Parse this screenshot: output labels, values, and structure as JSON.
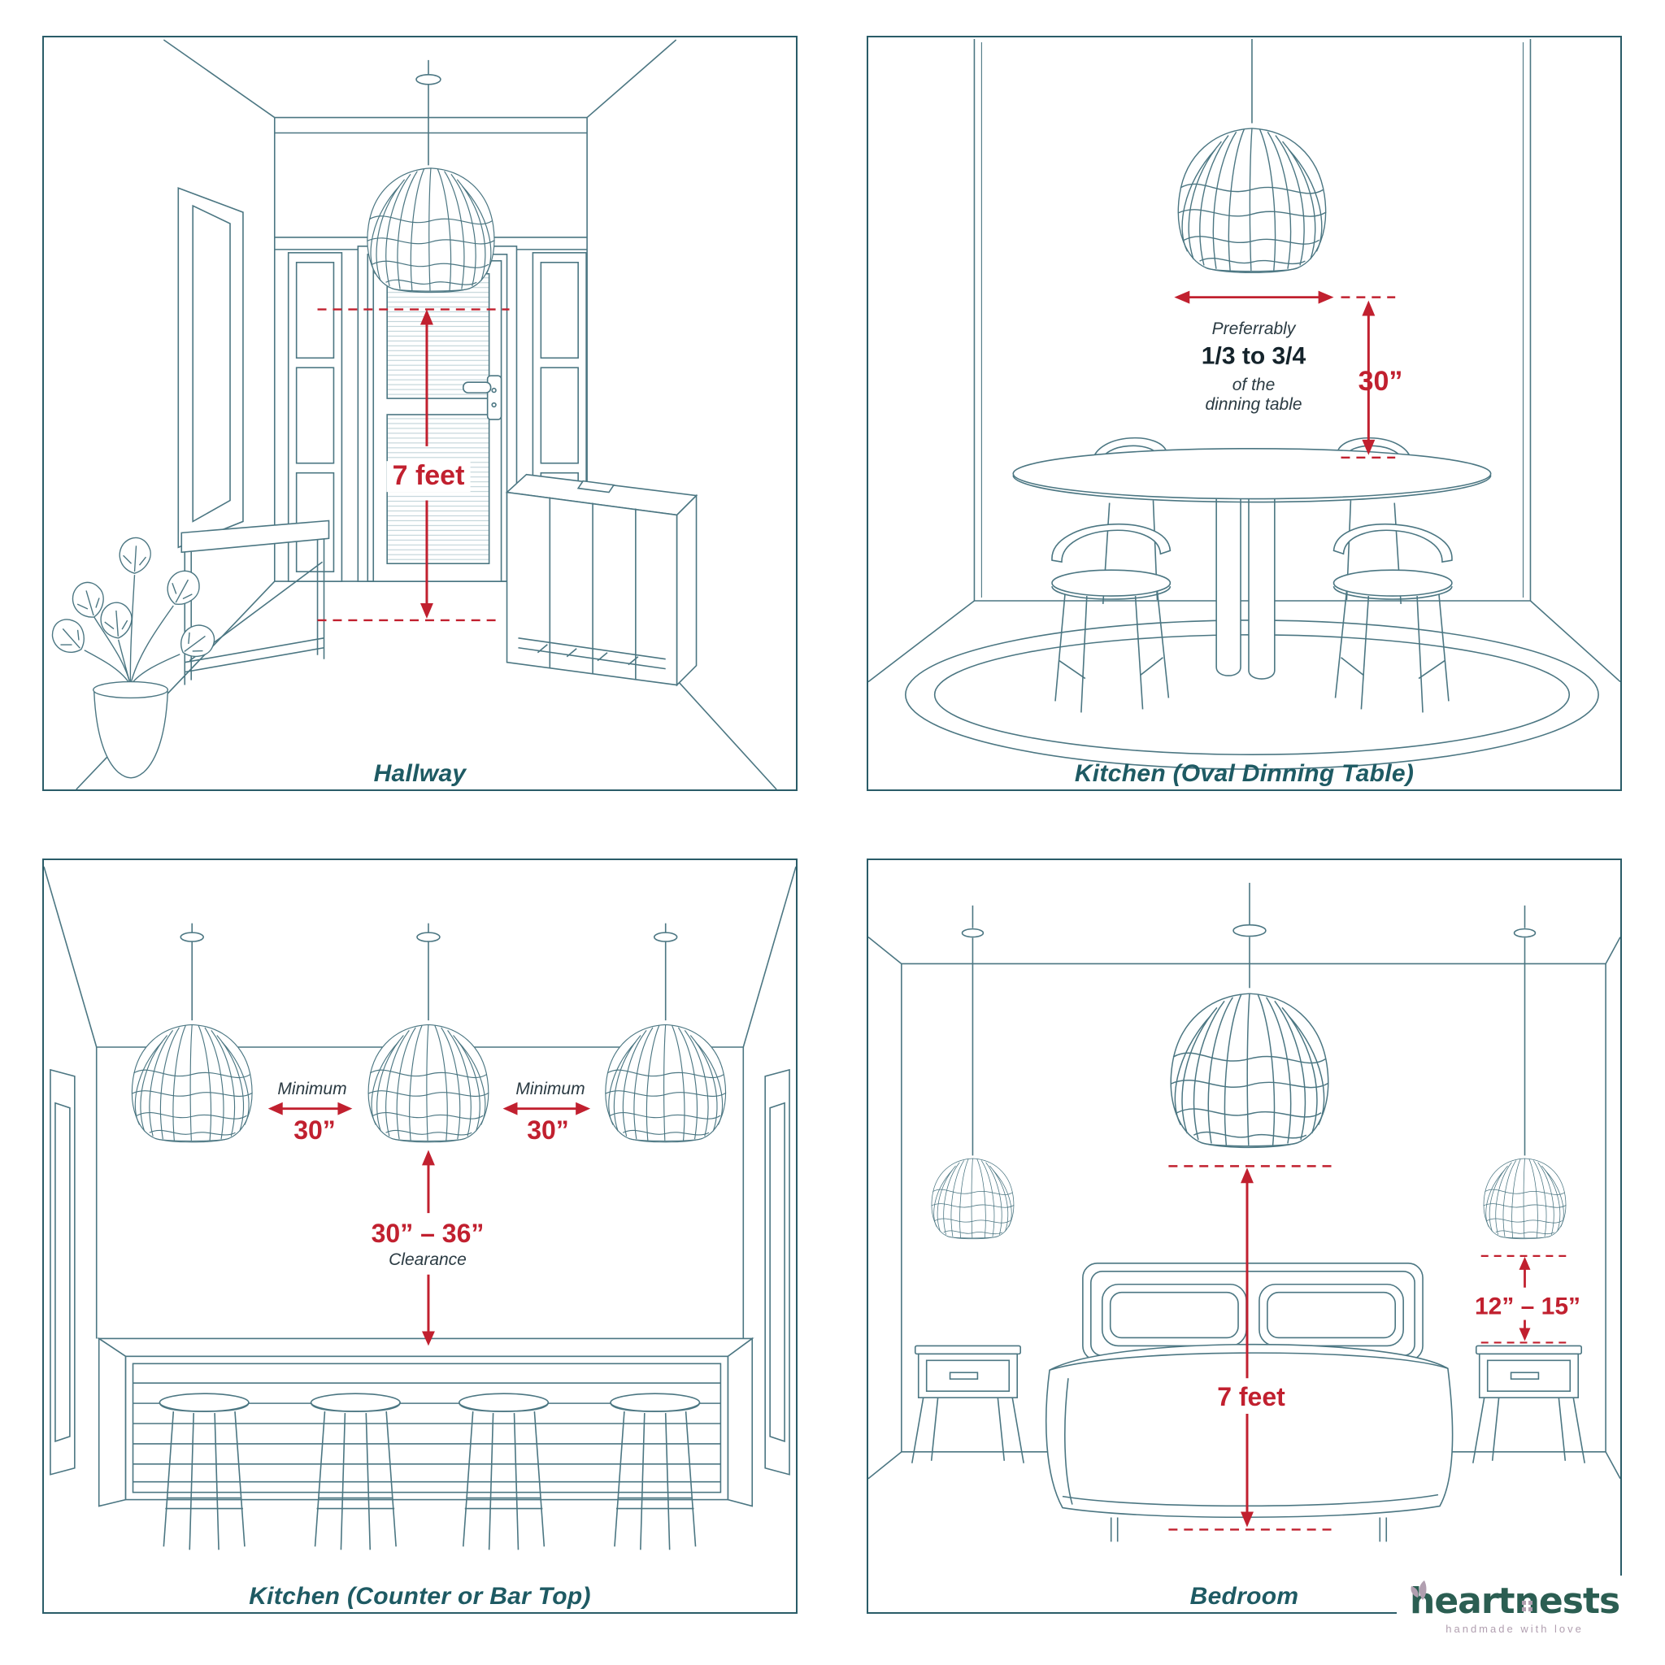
{
  "panels": {
    "hallway": {
      "caption": "Hallway",
      "height_label": "7 feet"
    },
    "kitchen_oval": {
      "caption": "Kitchen (Oval Dinning Table)",
      "note_line1": "Preferrably",
      "note_line2": "1/3 to 3/4",
      "note_line3": "of the",
      "note_line4": "dinning table",
      "drop_label": "30”"
    },
    "kitchen_counter": {
      "caption": "Kitchen (Counter or Bar Top)",
      "spacing_note": "Minimum",
      "spacing_value": "30”",
      "clearance_value": "30” – 36”",
      "clearance_label": "Clearance"
    },
    "bedroom": {
      "caption": "Bedroom",
      "height_label": "7 feet",
      "side_drop_label": "12” – 15”"
    }
  },
  "branding": {
    "logo_part1": "heart",
    "logo_part2": "nests",
    "tagline": "handmade with love"
  },
  "colors": {
    "line": "#4b7682",
    "panel_border": "#2a5c68",
    "accent_red": "#c1202f",
    "caption": "#1e5a63",
    "note_text": "#2a3a42",
    "logo_green": "#2b5e52",
    "logo_mauve": "#b19fb0"
  }
}
